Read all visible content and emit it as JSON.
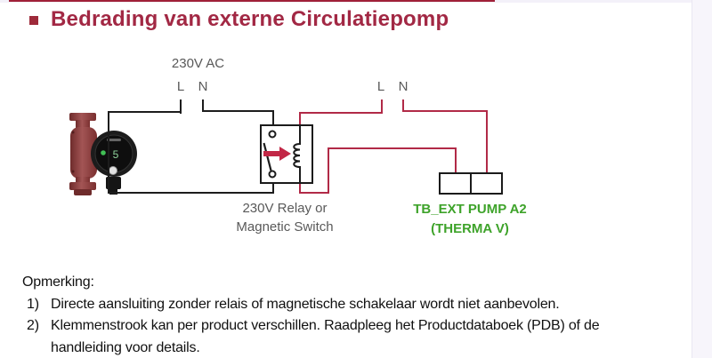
{
  "page": {
    "title": "Bedrading van externe Circulatiepomp"
  },
  "diagram": {
    "supply_left": {
      "voltage": "230V AC",
      "line": "L",
      "neutral": "N"
    },
    "supply_right": {
      "line": "L",
      "neutral": "N"
    },
    "relay_caption_line1": "230V Relay or",
    "relay_caption_line2": "Magnetic Switch",
    "terminal_caption_line1": "TB_EXT PUMP A2",
    "terminal_caption_line2": "(THERMA V)",
    "pump_display": "5"
  },
  "notes": {
    "heading": "Opmerking:",
    "items": [
      {
        "num": "1)",
        "text": "Directe aansluiting zonder relais of magnetische schakelaar wordt niet aanbevolen."
      },
      {
        "num": "2)",
        "text": "Klemmenstrook kan per product verschillen. Raadpleeg het Productdataboek (PDB) of de handleiding voor details."
      }
    ]
  },
  "colors": {
    "title_red": "#a22844",
    "accent_bar": "#9e2a3a",
    "wire_black": "#1c1c1c",
    "wire_red": "#b12a47",
    "label_gray": "#595959",
    "terminal_green": "#3ea32a",
    "pump_body_red": "#8e3c3c"
  }
}
